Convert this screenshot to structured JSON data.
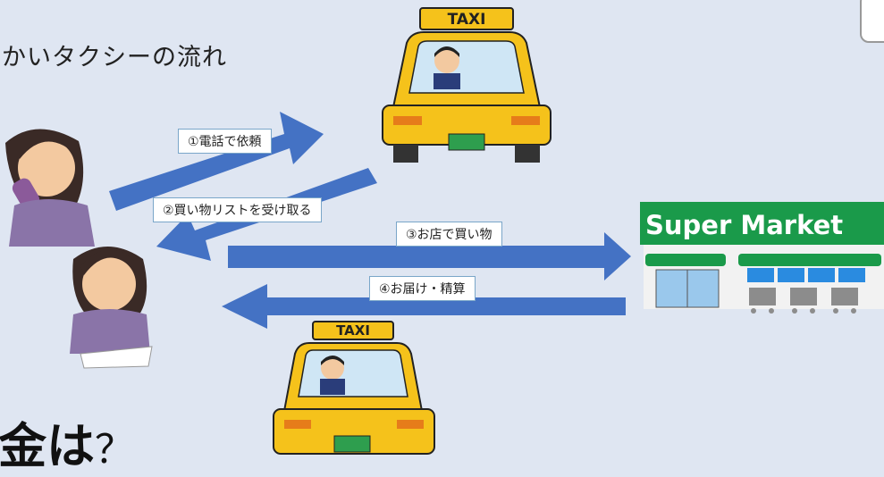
{
  "title": "かいタクシーの流れ",
  "bottom_text": {
    "bold": "金は",
    "question": "？"
  },
  "steps": [
    {
      "label": "①電話で依頼"
    },
    {
      "label": "②買い物リストを受け取る"
    },
    {
      "label": "③お店で買い物"
    },
    {
      "label": "④お届け・精算"
    }
  ],
  "taxi_sign": "TAXI",
  "supermarket_sign": "Super Market",
  "colors": {
    "background": "#dfe6f2",
    "arrow": "#4472c4",
    "taxi_yellow": "#f5c21b",
    "store_green": "#1a9a4a"
  }
}
